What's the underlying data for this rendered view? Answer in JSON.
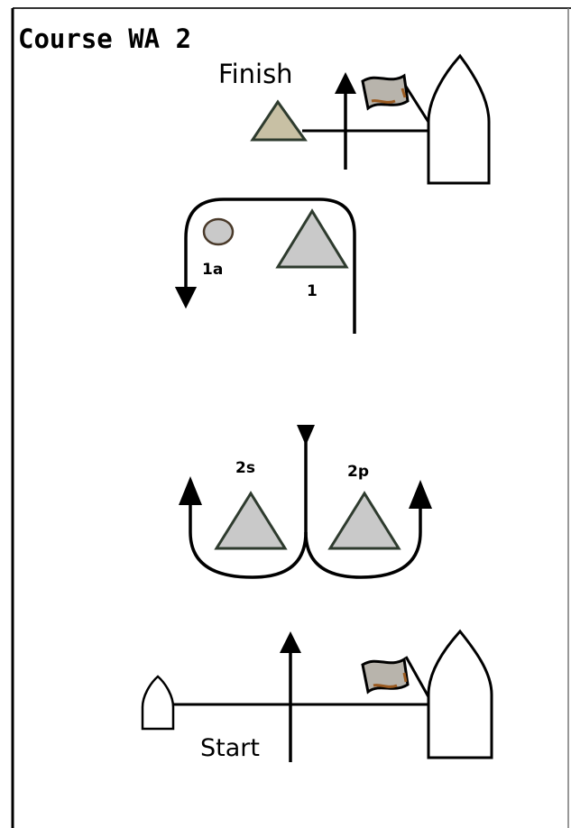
{
  "title": "Course WA 2",
  "labels": {
    "finish": "Finish",
    "start": "Start",
    "mark_1": "1",
    "mark_1a": "1a",
    "mark_2s": "2s",
    "mark_2p": "2p"
  },
  "icons": {
    "finish_pin": "triangle-mark-icon",
    "finish_boat": "committee-boat-icon",
    "start_pin": "pin-end-boat-icon",
    "start_boat": "committee-boat-icon",
    "flags": "flag-icon",
    "wind": "wind-direction-icon"
  },
  "colors": {
    "mark_fill": "#c9c9c9",
    "finish_mark_fill": "#c8c0a4",
    "mark_stroke": "#2e3b2e",
    "flag_fill": "#b8b4ac",
    "flag_stroke": "#8a5a2a",
    "line": "#000000"
  }
}
